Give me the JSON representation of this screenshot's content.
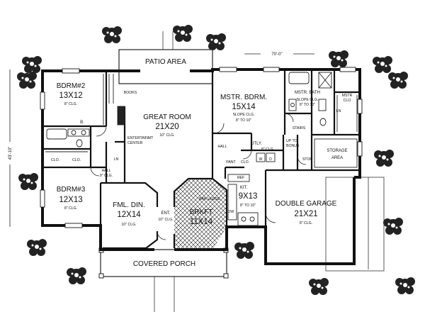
{
  "dimensions": {
    "overall_width": "70'-0\"",
    "overall_depth": "43'-10\""
  },
  "rooms": {
    "patio": {
      "name": "PATIO AREA"
    },
    "bdrm2": {
      "name": "BDRM#2",
      "size": "13X12",
      "ceiling": "8\" CLG."
    },
    "books": {
      "name": "BOOKS"
    },
    "great_room": {
      "name": "GREAT ROOM",
      "size": "21X20",
      "ceiling": "10\" CLG."
    },
    "entertainment": {
      "line1": "ENTERTAINMT",
      "line2": "CENTER"
    },
    "mstr_bdrm": {
      "name": "MSTR. BDRM.",
      "size": "15X14",
      "ceiling1": "SLOPE CLG.",
      "ceiling2": "8\" TO 10\""
    },
    "mstr_bath": {
      "name": "MSTR. BATH",
      "ceiling1": "SLOPE CLG.",
      "ceiling2": "8\" TO 10\""
    },
    "mstr_clo": {
      "line1": "MSTR",
      "line2": "CLO"
    },
    "ln_bath": {
      "name": "LN"
    },
    "stairs": {
      "name": "STAIRS"
    },
    "bath2": {
      "name": "B."
    },
    "clo_bdrm2": {
      "name": "CLO."
    },
    "clo_bdrm3": {
      "name": "CLO."
    },
    "ln_hall": {
      "name": "LN"
    },
    "hall_west": {
      "name": "HALL",
      "ceiling": "9\" CLG."
    },
    "hall_east": {
      "name": "HALL"
    },
    "utly": {
      "name": "UTLY.",
      "ceiling": "8\" CLG."
    },
    "up_to_bonus": {
      "line1": "UP TO",
      "line2": "BONUS"
    },
    "pant": {
      "name": "PANT"
    },
    "clo_entry": {
      "name": "CLO."
    },
    "stor": {
      "name": "STOR"
    },
    "storage": {
      "line1": "STORAGE",
      "line2": "AREA"
    },
    "w": {
      "name": "W"
    },
    "d": {
      "name": "D"
    },
    "bdrm3": {
      "name": "BDRM#3",
      "size": "12X13",
      "ceiling": "8\" CLG."
    },
    "fml_din": {
      "name": "FML. DIN.",
      "size": "12X14",
      "ceiling": "10\" CLG."
    },
    "ent": {
      "name": "ENT.",
      "ceiling": "10\" CLG."
    },
    "brkft": {
      "name": "BRKFT",
      "size": "11X14"
    },
    "bar_ledge": {
      "name": "BAR LEDGE"
    },
    "kit": {
      "name": "KIT.",
      "size": "9X13",
      "ceiling": "8\" TO 10\""
    },
    "ref": {
      "name": "REF"
    },
    "dw": {
      "name": "DW"
    },
    "garage": {
      "name": "DOUBLE GARAGE",
      "size": "21X21",
      "ceiling": "8\" CLG."
    },
    "porch": {
      "name": "COVERED PORCH"
    }
  }
}
